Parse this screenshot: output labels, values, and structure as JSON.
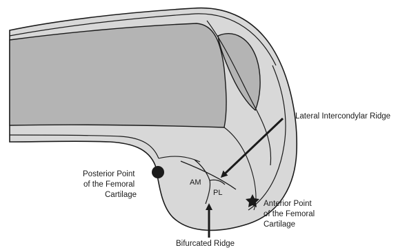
{
  "labels": {
    "lateral_ridge": "Lateral Intercondylar Ridge",
    "posterior_point": [
      "Posterior Point",
      "of the Femoral",
      "Cartilage"
    ],
    "anterior_point": [
      "Anterior Point",
      "of the Femoral",
      "Cartilage"
    ],
    "bifurcated_ridge": "Bifurcated Ridge",
    "am": "AM",
    "pl": "PL"
  },
  "colors": {
    "bone_fill": "#d8d8d8",
    "inner_fill": "#b4b4b4",
    "outline": "#1a1a1a"
  },
  "icons": {
    "posterior_marker": "filled-circle",
    "anterior_marker": "star"
  }
}
